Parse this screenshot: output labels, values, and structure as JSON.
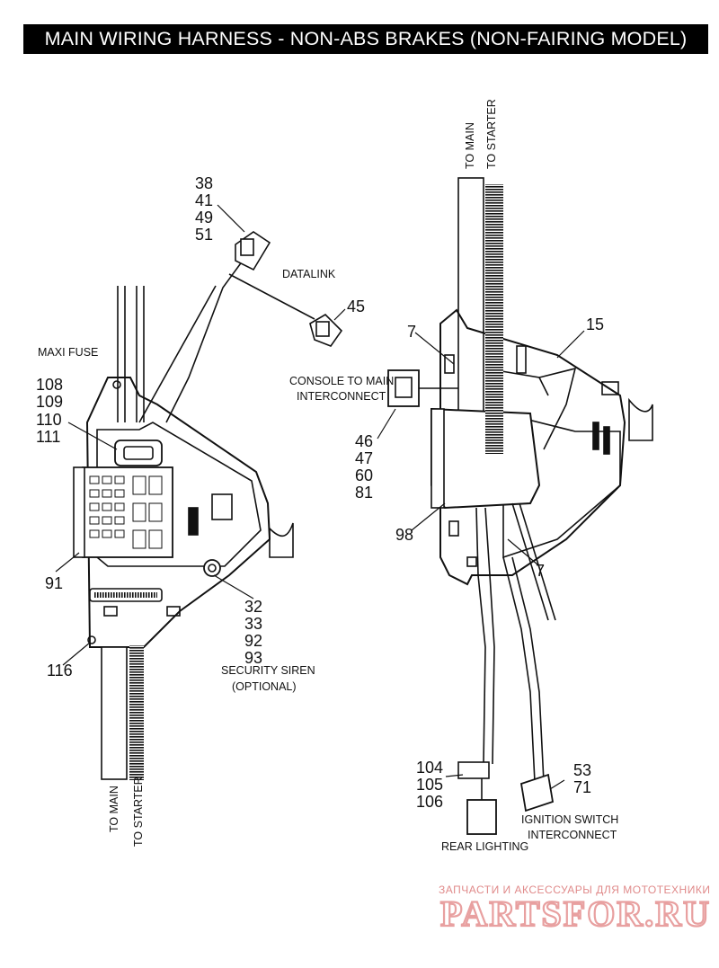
{
  "title": "MAIN WIRING HARNESS - NON-ABS BRAKES (NON-FAIRING MODEL)",
  "labels": {
    "left_to_main": "TO MAIN",
    "left_to_starter": "TO STARTER",
    "right_to_main": "TO MAIN",
    "right_to_starter": "TO STARTER",
    "maxi_fuse": "MAXI FUSE",
    "datalink": "DATALINK",
    "console_line1": "CONSOLE TO MAIN",
    "console_line2": "INTERCONNECT",
    "security_line1": "SECURITY SIREN",
    "security_line2": "(OPTIONAL)",
    "rear_lighting": "REAR LIGHTING",
    "ignition_line1": "IGNITION SWITCH",
    "ignition_line2": "INTERCONNECT"
  },
  "callouts": {
    "c38": "38",
    "c41": "41",
    "c49": "49",
    "c51": "51",
    "c45": "45",
    "c108": "108",
    "c109": "109",
    "c110": "110",
    "c111": "111",
    "c91": "91",
    "c32": "32",
    "c33": "33",
    "c92": "92",
    "c93": "93",
    "c116": "116",
    "c7a": "7",
    "c15": "15",
    "c46": "46",
    "c47": "47",
    "c60": "60",
    "c81": "81",
    "c98": "98",
    "c7b": "7",
    "c104": "104",
    "c105": "105",
    "c106": "106",
    "c53": "53",
    "c71": "71"
  },
  "watermark": {
    "line1": "ЗАПЧАСТИ И АКСЕССУАРЫ ДЛЯ МОТОТЕХНИКИ",
    "line2": "PARTSFOR.RU"
  }
}
